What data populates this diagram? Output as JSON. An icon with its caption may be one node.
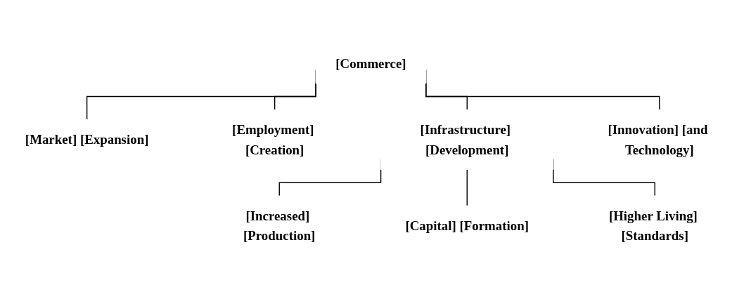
{
  "diagram": {
    "nodes": [
      {
        "text": [
          "[Commerce]"
        ]
      },
      {
        "text": [
          "[Market] [Expansion]"
        ]
      },
      {
        "text": [
          "[Employment] [Creation]"
        ]
      },
      {
        "text": [
          "[Infrastructure] [Development]"
        ]
      },
      {
        "text": [
          "[Innovation] [and Technology]"
        ]
      },
      {
        "text": [
          "[Increased] [Production]"
        ]
      },
      {
        "text": [
          "[Capital] [Formation]"
        ]
      },
      {
        "text": [
          "[Higher Living] [Standards]"
        ]
      }
    ],
    "edges": [
      {
        "from": 0,
        "to": 1,
        "arrow": "none"
      },
      {
        "from": 0,
        "to": 2,
        "arrow": "none"
      },
      {
        "from": 0,
        "to": 3,
        "arrow": "none"
      },
      {
        "from": 0,
        "to": 4,
        "arrow": "none"
      },
      {
        "from": 3,
        "to": 5,
        "arrow": "none"
      },
      {
        "from": 3,
        "to": 6,
        "arrow": "none"
      },
      {
        "from": 3,
        "to": 7,
        "arrow": "none"
      }
    ]
  }
}
